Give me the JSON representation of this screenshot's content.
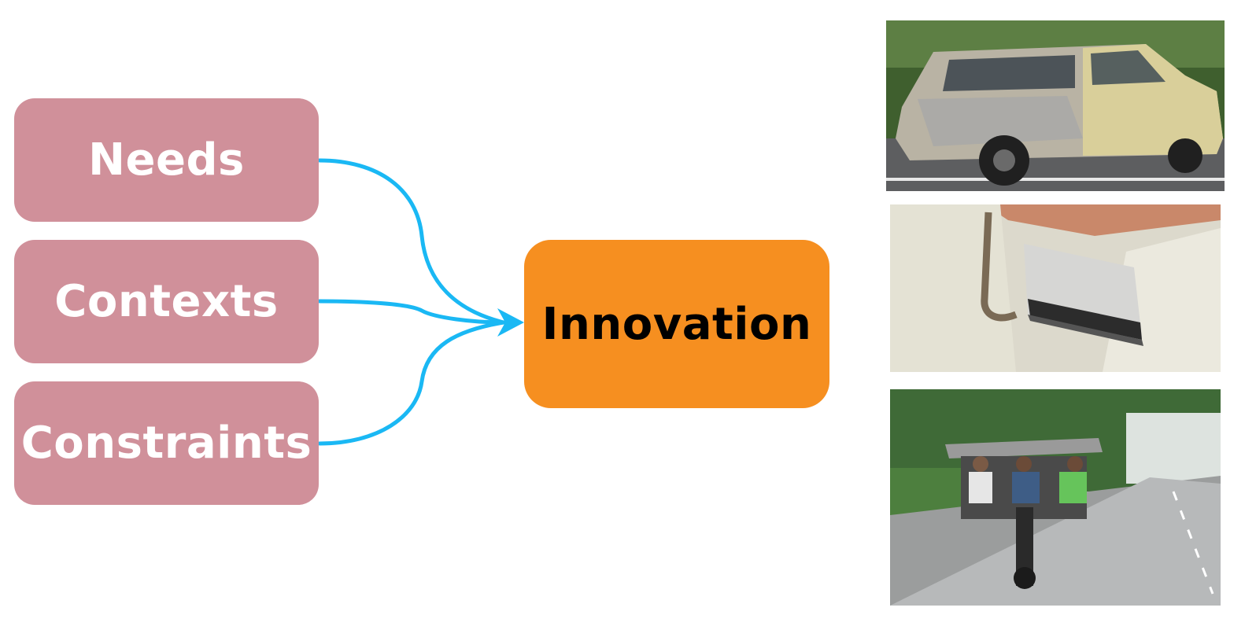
{
  "inputs": {
    "needs": "Needs",
    "contexts": "Contexts",
    "constraints": "Constraints"
  },
  "output": {
    "label": "Innovation"
  },
  "colors": {
    "input_box": "#d0909a",
    "output_box": "#f68f20",
    "arrow": "#1ab8f4"
  },
  "photos": [
    {
      "name": "duct-taped-station-wagon"
    },
    {
      "name": "improvised-wall-air-conditioner"
    },
    {
      "name": "overloaded-motorcycle-with-roof"
    }
  ]
}
